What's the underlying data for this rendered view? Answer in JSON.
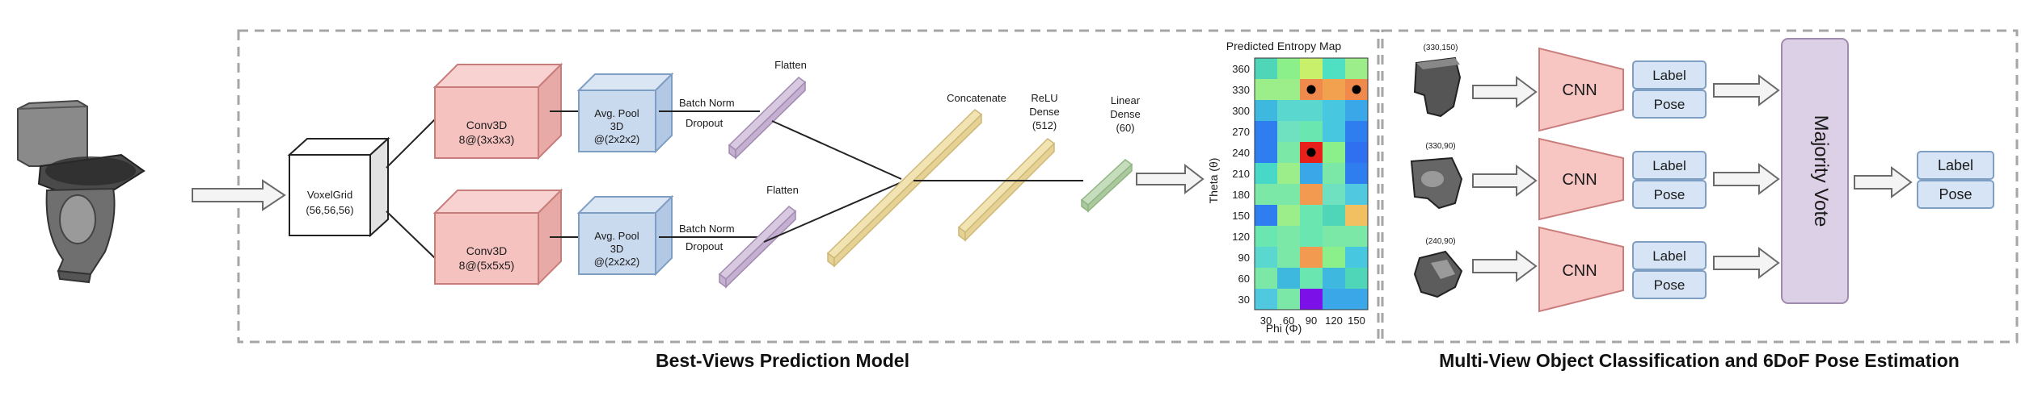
{
  "colors": {
    "conv": "#f5c2c0",
    "conv_stroke": "#c97d7a",
    "pool": "#c9d9ee",
    "pool_stroke": "#7f9ec4",
    "flatten": "#d8c8e0",
    "concat": "#f2e3b3",
    "linear": "#c5dcbd",
    "cnn": "#f7c6c3",
    "box_blue": "#d6e4f5",
    "vote": "#dcd0e6",
    "dash": "#a6a6a6"
  },
  "left_model": {
    "title": "Best-Views Prediction Model",
    "voxel": {
      "line1": "VoxelGrid",
      "line2": "(56,56,56)"
    },
    "conv_top": {
      "line1": "Conv3D",
      "line2": "8@(3x3x3)"
    },
    "conv_bottom": {
      "line1": "Conv3D",
      "line2": "8@(5x5x5)"
    },
    "pool_top": {
      "line1": "Avg. Pool",
      "line2": "3D",
      "line3": "@(2x2x2)"
    },
    "pool_bottom": {
      "line1": "Avg. Pool",
      "line2": "3D",
      "line3": "@(2x2x2)"
    },
    "batchnorm_top": "Batch Norm",
    "dropout_top": "Dropout",
    "batchnorm_bottom": "Batch Norm",
    "dropout_bottom": "Dropout",
    "flatten_top": "Flatten",
    "flatten_bottom": "Flatten",
    "concatenate": "Concatenate",
    "relu": {
      "line1": "ReLU",
      "line2": "Dense",
      "line3": "(512)"
    },
    "linear": {
      "line1": "Linear",
      "line2": "Dense",
      "line3": "(60)"
    }
  },
  "chart_data": {
    "type": "heatmap",
    "title": "Predicted Entropy Map",
    "xlabel": "Phi (Φ)",
    "ylabel": "Theta (θ)",
    "x_ticks": [
      "30",
      "60",
      "90",
      "120",
      "150"
    ],
    "y_ticks": [
      "360",
      "330",
      "300",
      "270",
      "240",
      "210",
      "180",
      "150",
      "120",
      "90",
      "60",
      "30"
    ],
    "grid_colors": [
      [
        "#4fd6b8",
        "#8cf08a",
        "#c8f06a",
        "#4fe0c4",
        "#9cee8a"
      ],
      [
        "#9cee8a",
        "#9cee8a",
        "#f08a4c",
        "#f2a24e",
        "#f08a4c"
      ],
      [
        "#3fb8e0",
        "#5ad8d0",
        "#5ad8d0",
        "#48c8e0",
        "#3aa8e8"
      ],
      [
        "#2f7ef0",
        "#6fe0c0",
        "#6ae6b0",
        "#48c8e0",
        "#2f7ef0"
      ],
      [
        "#2f7ef0",
        "#7ce8a8",
        "#e8201c",
        "#8cf08a",
        "#2f70f0"
      ],
      [
        "#48d8c8",
        "#9cee8a",
        "#3aa8e8",
        "#7ce8a8",
        "#2f7ef0"
      ],
      [
        "#7ce8a8",
        "#7ce8a8",
        "#f29a50",
        "#6fe0c0",
        "#4fc8e0"
      ],
      [
        "#2f7ef0",
        "#9cee8a",
        "#6ae6b0",
        "#4fd6b8",
        "#f2c060"
      ],
      [
        "#6ae6b0",
        "#7ce8a8",
        "#6ae6b0",
        "#7ce8a8",
        "#7ce8a8"
      ],
      [
        "#5ad8d0",
        "#7ce8a8",
        "#f29a50",
        "#8cf08a",
        "#48c8e0"
      ],
      [
        "#7ce8a8",
        "#3fb8e0",
        "#6ae6b0",
        "#3fb8e0",
        "#4fd6b8"
      ],
      [
        "#4fc8e0",
        "#7ce8a8",
        "#7b10e8",
        "#3aa8e8",
        "#3aa8e8"
      ]
    ],
    "selected_views": [
      {
        "phi": "90",
        "theta": "330"
      },
      {
        "phi": "150",
        "theta": "330"
      },
      {
        "phi": "90",
        "theta": "240"
      }
    ]
  },
  "right_model": {
    "title": "Multi-View Object Classification and 6DoF Pose Estimation",
    "view_labels": [
      "(330,150)",
      "(330,90)",
      "(240,90)"
    ],
    "cnn_label": "CNN",
    "label_text": "Label",
    "pose_text": "Pose",
    "vote_label": "Majority Vote",
    "final_label": "Label",
    "final_pose": "Pose"
  }
}
